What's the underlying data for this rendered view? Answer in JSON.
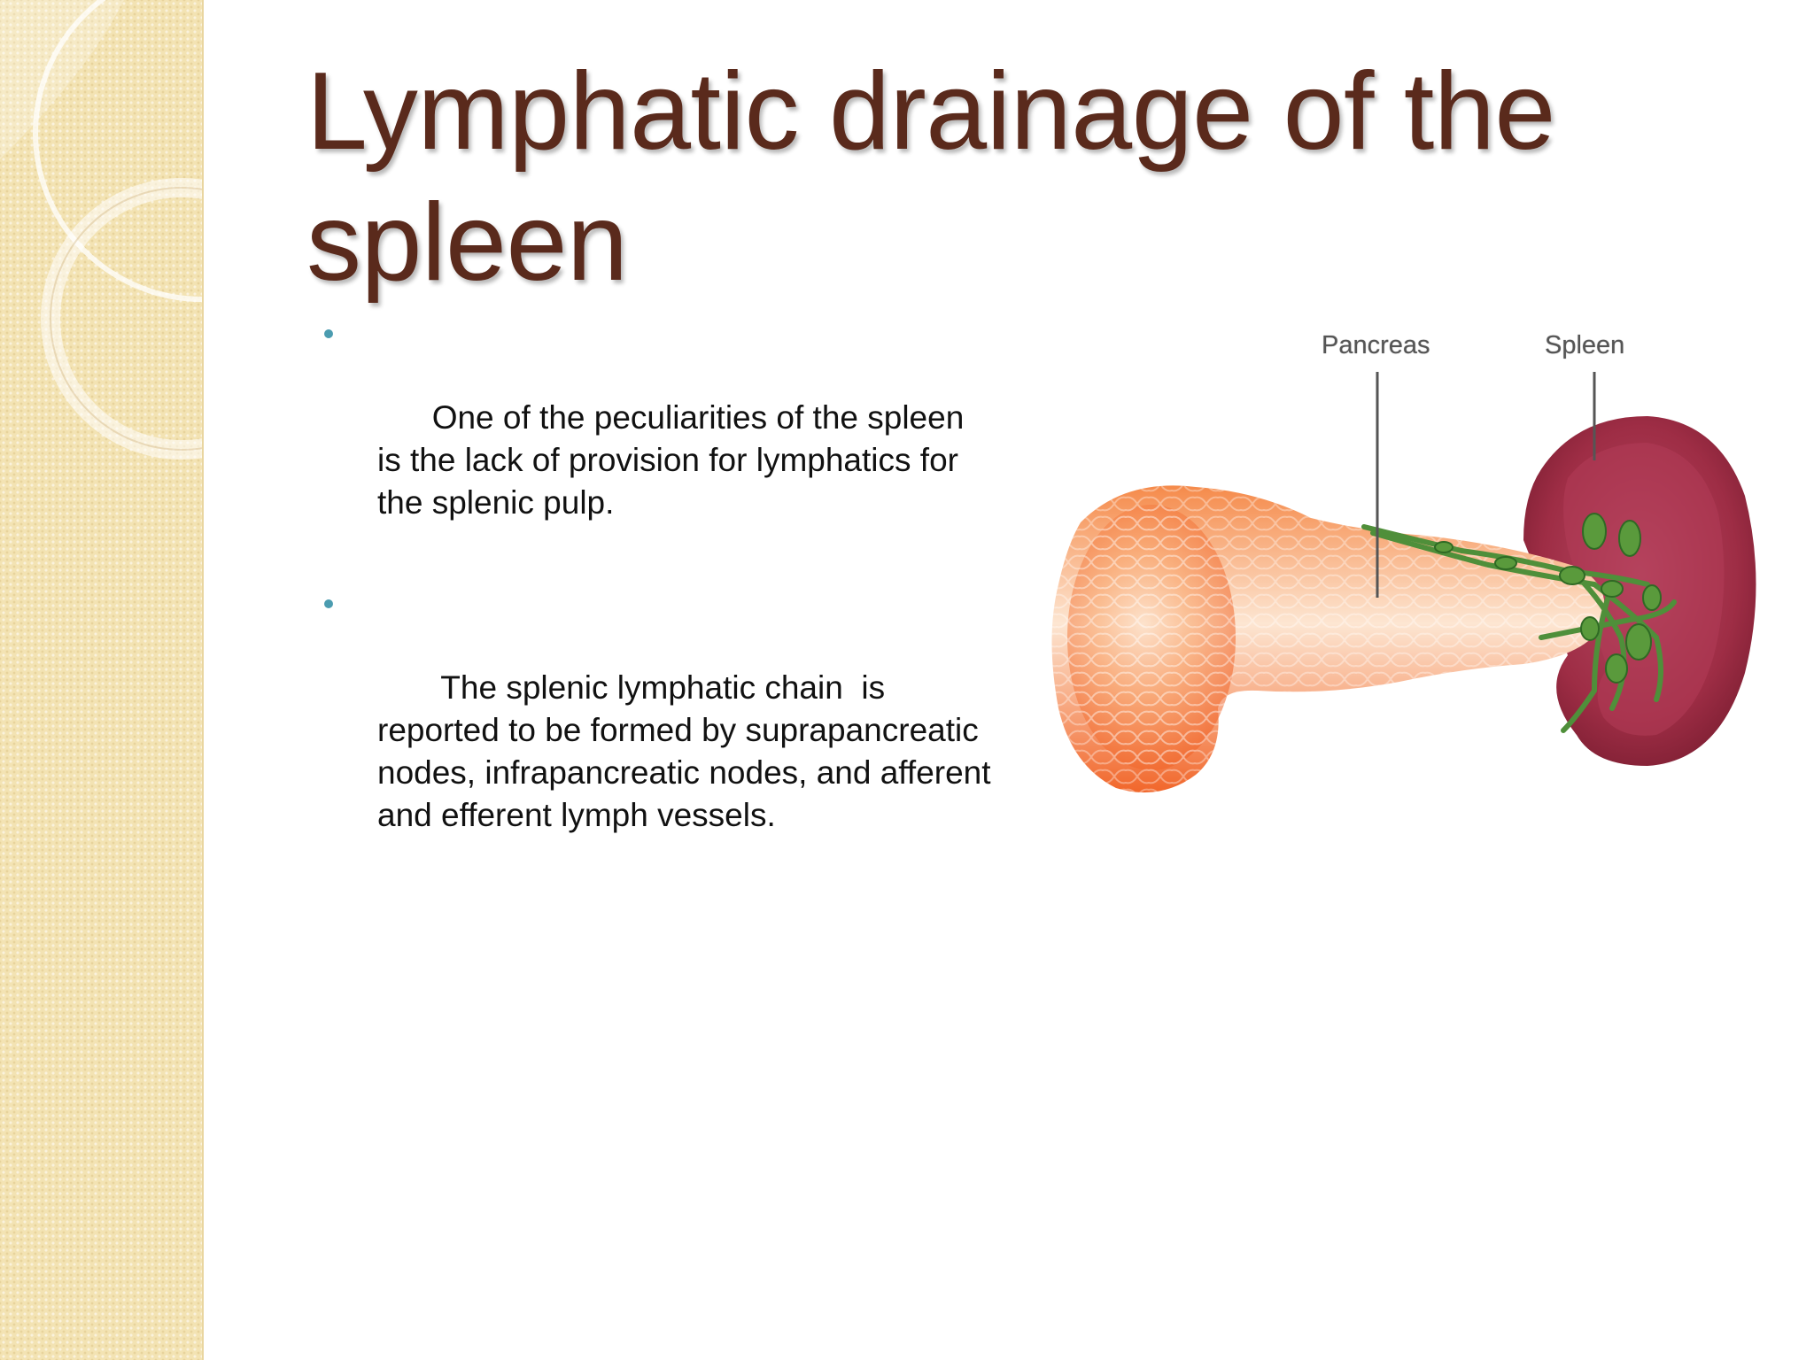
{
  "slide": {
    "title": "Lymphatic drainage of the spleen",
    "bullets": [
      "One of the peculiarities of the spleen is the lack of provision for lymphatics for the splenic pulp.",
      " The splenic lymphatic chain  is reported to be formed by suprapancreatic nodes, infrapancreatic nodes, and afferent and efferent lymph vessels."
    ]
  },
  "figure": {
    "labels": {
      "pancreas": "Pancreas",
      "spleen": "Spleen"
    }
  },
  "colors": {
    "title": "#5a2a1c",
    "bullet": "#4b9cb0",
    "side_band": "#f3e3b3",
    "pancreas": "#f26a2e",
    "spleen": "#a8324a",
    "lymph": "#4f8f3a"
  }
}
